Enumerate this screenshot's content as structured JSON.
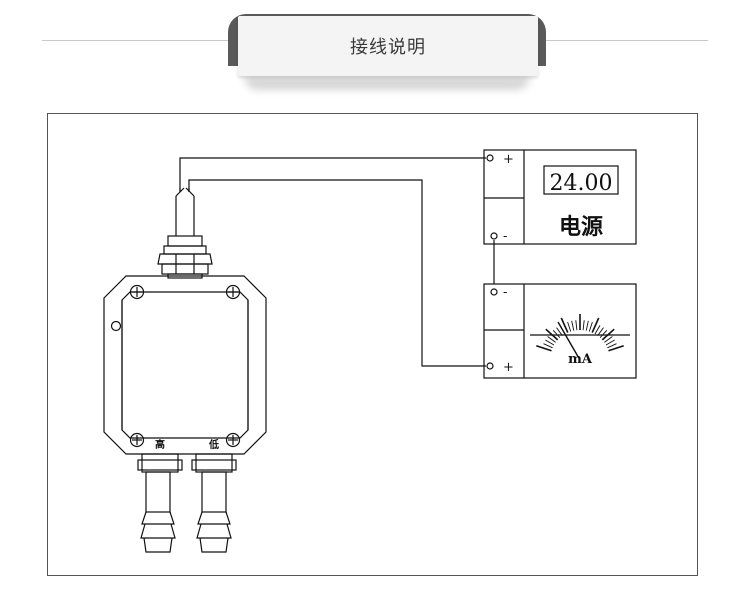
{
  "header": {
    "title": "接线说明"
  },
  "power_supply": {
    "display_value": "24.00",
    "label": "电源",
    "plus": "+",
    "minus": "-"
  },
  "meter": {
    "unit": "mA",
    "plus": "+",
    "minus": "-"
  },
  "sensor": {
    "port_high": "高",
    "port_low": "低"
  }
}
